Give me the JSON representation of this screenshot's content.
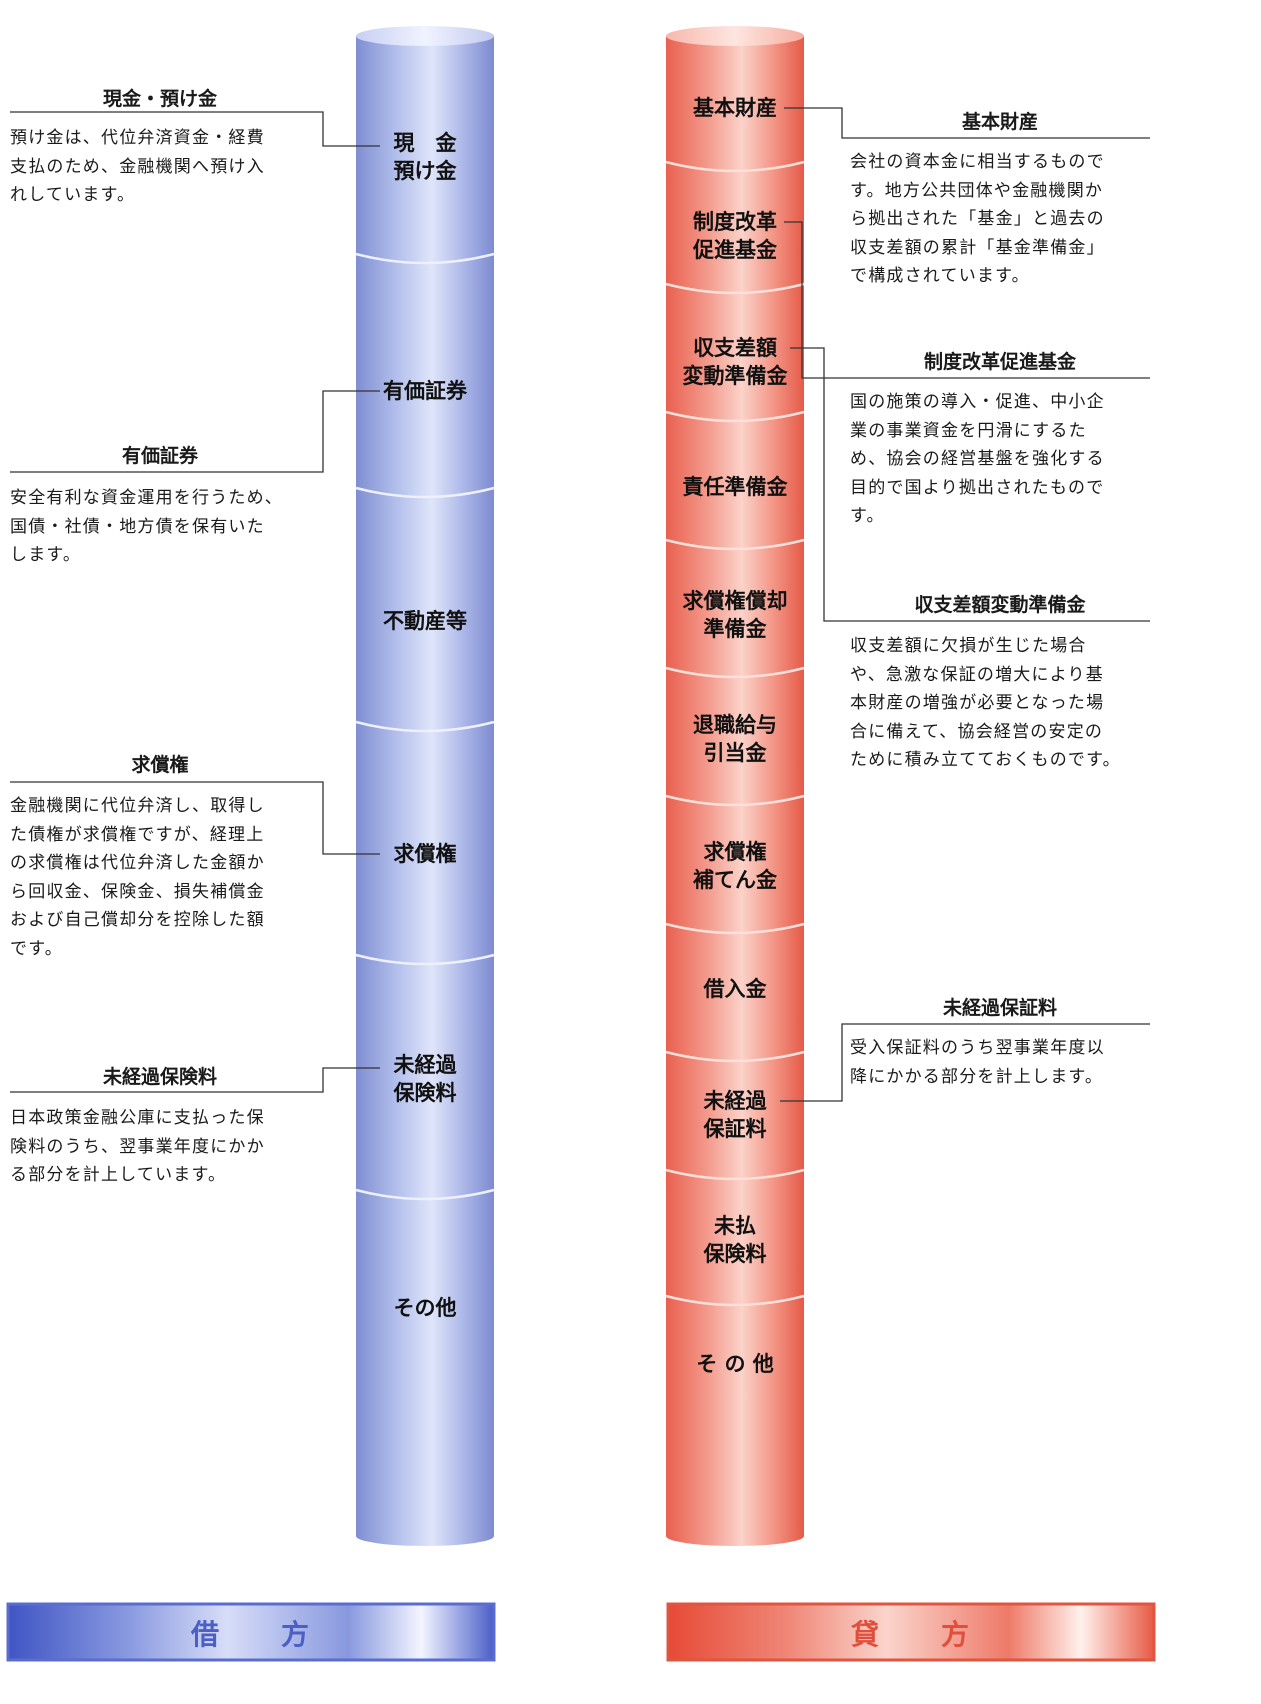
{
  "debit": {
    "segments": [
      {
        "lines": [
          "現　金",
          "預け金"
        ]
      },
      {
        "lines": [
          "有価証券"
        ]
      },
      {
        "lines": [
          "不動産等"
        ]
      },
      {
        "lines": [
          "求償権"
        ]
      },
      {
        "lines": [
          "未経過",
          "保険料"
        ]
      },
      {
        "lines": [
          "その他"
        ]
      }
    ],
    "annotations": [
      {
        "title": "現金・預け金",
        "lines": [
          "預け金は、代位弁済資金・経費",
          "支払のため、金融機関へ預け入",
          "れしています。"
        ]
      },
      {
        "title": "有価証券",
        "lines": [
          "安全有利な資金運用を行うため、",
          "国債・社債・地方債を保有いた",
          "します。"
        ]
      },
      {
        "title": "求償権",
        "lines": [
          "金融機関に代位弁済し、取得し",
          "た債権が求償権ですが、経理上",
          "の求償権は代位弁済した金額か",
          "ら回収金、保険金、損失補償金",
          "および自己償却分を控除した額",
          "です。"
        ]
      },
      {
        "title": "未経過保険料",
        "lines": [
          "日本政策金融公庫に支払った保",
          "険料のうち、翌事業年度にかか",
          "る部分を計上しています。"
        ]
      }
    ],
    "banner": "借　　方",
    "color": "#8fa0dc"
  },
  "credit": {
    "segments": [
      {
        "lines": [
          "基本財産"
        ]
      },
      {
        "lines": [
          "制度改革",
          "促進基金"
        ]
      },
      {
        "lines": [
          "収支差額",
          "変動準備金"
        ]
      },
      {
        "lines": [
          "責任準備金"
        ]
      },
      {
        "lines": [
          "求償権償却",
          "準備金"
        ]
      },
      {
        "lines": [
          "退職給与",
          "引当金"
        ]
      },
      {
        "lines": [
          "求償権",
          "補てん金"
        ]
      },
      {
        "lines": [
          "借入金"
        ]
      },
      {
        "lines": [
          "未経過",
          "保証料"
        ]
      },
      {
        "lines": [
          "未払",
          "保険料"
        ]
      },
      {
        "lines": [
          "そ の 他"
        ]
      }
    ],
    "annotations": [
      {
        "title": "基本財産",
        "lines": [
          "会社の資本金に相当するもので",
          "す。地方公共団体や金融機関か",
          "ら拠出された「基金」と過去の",
          "収支差額の累計「基金準備金」",
          "で構成されています。"
        ]
      },
      {
        "title": "制度改革促進基金",
        "lines": [
          "国の施策の導入・促進、中小企",
          "業の事業資金を円滑にするた",
          "め、協会の経営基盤を強化する",
          "目的で国より拠出されたもので",
          "す。"
        ]
      },
      {
        "title": "収支差額変動準備金",
        "lines": [
          "収支差額に欠損が生じた場合",
          "や、急激な保証の増大により基",
          "本財産の増強が必要となった場",
          "合に備えて、協会経営の安定の",
          "ために積み立てておくものです。"
        ]
      },
      {
        "title": "未経過保証料",
        "lines": [
          "受入保証料のうち翌事業年度以",
          "降にかかる部分を計上します。"
        ]
      }
    ],
    "banner": "貸　　方",
    "color": "#ee7a6c"
  }
}
